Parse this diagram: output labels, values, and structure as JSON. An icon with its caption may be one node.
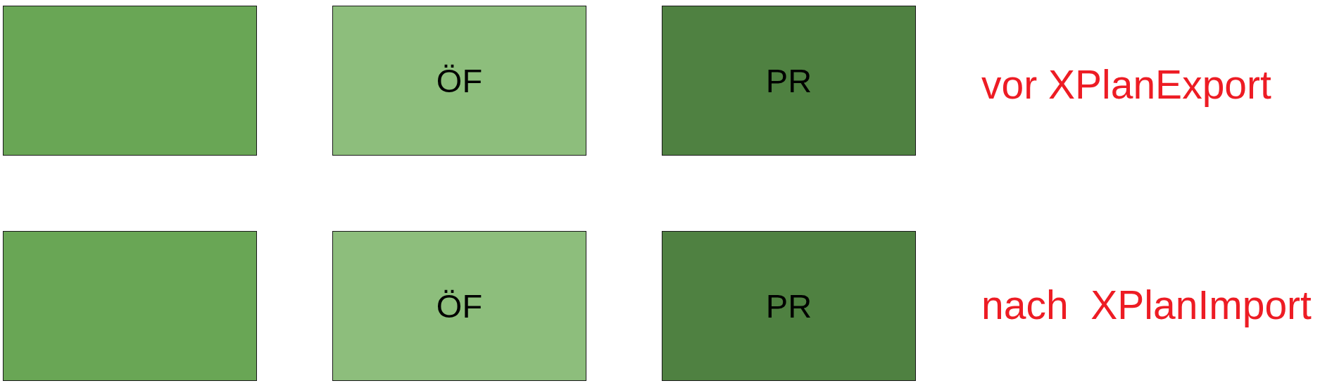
{
  "diagram": {
    "nodes": [
      {
        "text": [],
        "shape": "box"
      },
      {
        "text": [
          "ÖF"
        ]
      },
      {
        "text": [
          "PR"
        ]
      },
      {
        "text": [],
        "shape": "box"
      },
      {
        "text": [
          "ÖF"
        ]
      },
      {
        "text": [
          "PR"
        ]
      }
    ],
    "labels": [
      "vor XPlanExport",
      "nach  XPlanImport"
    ]
  }
}
